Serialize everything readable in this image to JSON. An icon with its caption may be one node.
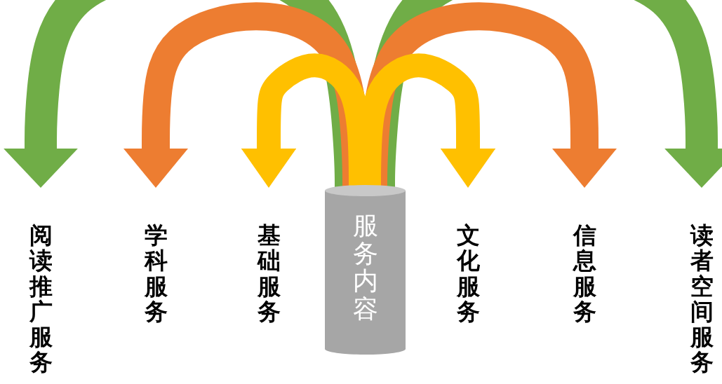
{
  "diagram": {
    "nodes": [
      {
        "text": [
          "服务内容"
        ]
      },
      {
        "text": [
          "阅读推广服务"
        ]
      },
      {
        "text": [
          "学科服务"
        ]
      },
      {
        "text": [
          "基础服务"
        ]
      },
      {
        "text": [
          "文化服务"
        ]
      },
      {
        "text": [
          "信息服务"
        ]
      },
      {
        "text": [
          "读者空间服务"
        ]
      }
    ],
    "edges": [
      {
        "from": 0,
        "to": 1,
        "arrow": "to",
        "color": "#70ad47"
      },
      {
        "from": 0,
        "to": 2,
        "arrow": "to",
        "color": "#ed7d31"
      },
      {
        "from": 0,
        "to": 3,
        "arrow": "to",
        "color": "#ffc000"
      },
      {
        "from": 0,
        "to": 4,
        "arrow": "to",
        "color": "#ffc000"
      },
      {
        "from": 0,
        "to": 5,
        "arrow": "to",
        "color": "#ed7d31"
      },
      {
        "from": 0,
        "to": 6,
        "arrow": "to",
        "color": "#70ad47"
      }
    ]
  }
}
